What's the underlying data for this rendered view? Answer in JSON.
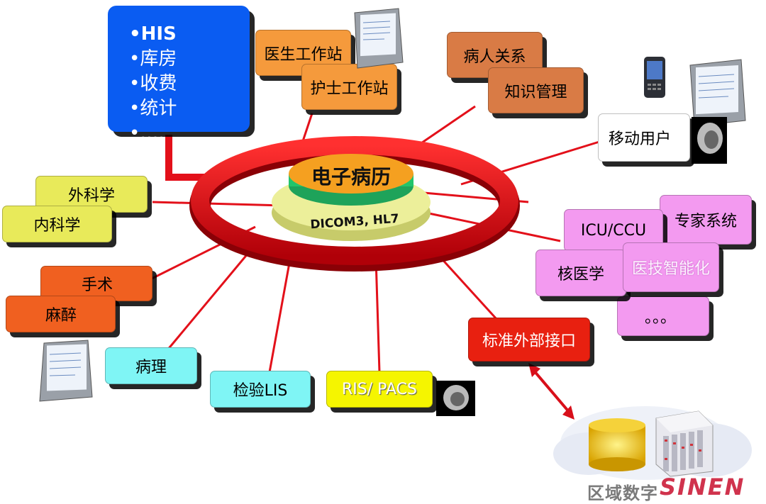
{
  "center": {
    "title": "电子病历",
    "protocol": "DICOM3, HL7"
  },
  "his_list": [
    "•HIS",
    "•库房",
    "•收费",
    "•统计",
    "•…."
  ],
  "nodes": {
    "doctor_station": "医生工作站",
    "nurse_station": "护士工作站",
    "patient_relation": "病人关系",
    "knowledge_mgmt": "知识管理",
    "mobile_user": "移动用户",
    "surgery_dept": "外科学",
    "internal_dept": "内科学",
    "operation": "手术",
    "anesthesia": "麻醉",
    "pathology": "病理",
    "lab_lis": "检验LIS",
    "ris_pacs": "RIS/ PACS",
    "ext_interface": "标准外部接口",
    "icu_ccu": "ICU/CCU",
    "expert_system": "专家系统",
    "nuclear_med": "核医学",
    "med_tech": "医技智能化",
    "ellipsis": "。。。"
  },
  "footer": {
    "label": "区域数字",
    "logo_text": "SINEN"
  },
  "colors": {
    "ring": "#e3101a",
    "link_line": "#e3101a",
    "his_blue": "#0a5cf2",
    "orange_box": "#f59a3c",
    "brown_box": "#d97b45",
    "yellow_box": "#e8ea5a",
    "red_orange_box": "#f06020",
    "cyan_box": "#7ff5f5",
    "bright_yellow_box": "#f5f500",
    "red_box": "#e82010",
    "pink_box": "#f39af0",
    "center_green": "#22c46a",
    "center_orange": "#f5a020",
    "center_base": "#ecef9a"
  }
}
